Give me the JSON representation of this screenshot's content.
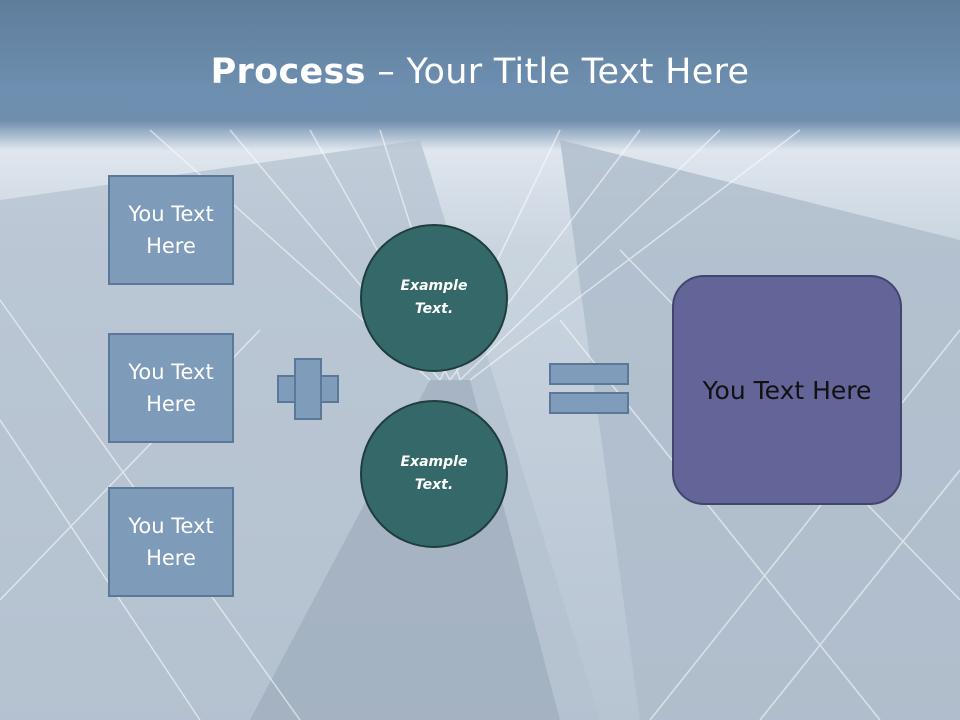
{
  "slide": {
    "title_bold": "Process",
    "title_rest": " – Your Title Text Here",
    "boxes": [
      {
        "label": "You Text Here"
      },
      {
        "label": "You Text Here"
      },
      {
        "label": "You Text Here"
      }
    ],
    "circles": [
      {
        "label": "Example Text."
      },
      {
        "label": "Example Text."
      }
    ],
    "result_label": "You Text Here",
    "icons": {
      "plus": "plus-icon",
      "equals": "equals-icon"
    },
    "colors": {
      "title_band": "#6e8fb0",
      "box_fill": "#7f9bba",
      "circle_fill": "#356868",
      "result_fill": "#636497"
    }
  }
}
